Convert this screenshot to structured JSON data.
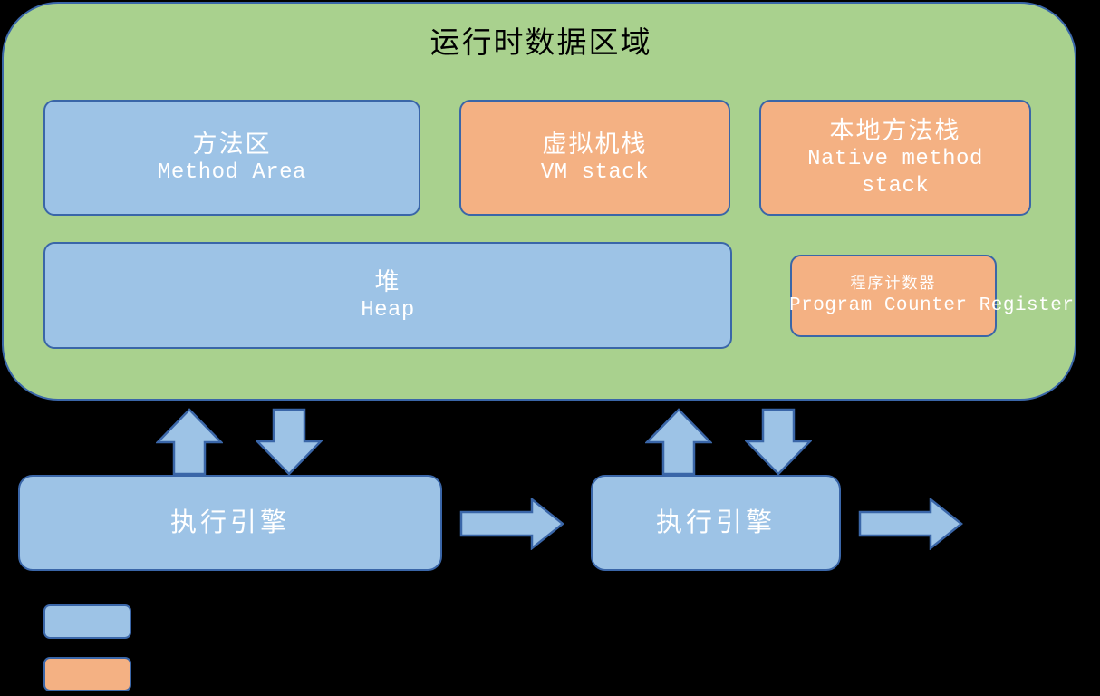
{
  "diagram": {
    "background_color": "#000000",
    "title": "运行时数据区域"
  },
  "runtime_area": {
    "label": "运行时数据区域",
    "fill_color": "#A9D18E",
    "border_color": "#3A66A8",
    "regions": [
      {
        "id": "method-area",
        "cn": "方法区",
        "en": "Method Area",
        "color": "#9DC3E6",
        "shared": "blue"
      },
      {
        "id": "vm-stack",
        "cn": "虚拟机栈",
        "en": "VM stack",
        "color": "#F4B183",
        "shared": "orange"
      },
      {
        "id": "native-method-stack",
        "cn": "本地方法栈",
        "en": "Native method stack",
        "color": "#F4B183",
        "shared": "orange"
      },
      {
        "id": "heap",
        "cn": "堆",
        "en": "Heap",
        "color": "#9DC3E6",
        "shared": "blue"
      },
      {
        "id": "program-counter-register",
        "cn": "程序计数器",
        "en": "Program Counter Register",
        "color": "#F4B183",
        "shared": "orange"
      }
    ]
  },
  "engines": [
    {
      "id": "execution-engine-left",
      "label": "执行引擎",
      "color": "#9DC3E6"
    },
    {
      "id": "execution-engine-right",
      "label": "执行引擎",
      "color": "#9DC3E6"
    }
  ],
  "arrows": {
    "color": "#9DC3E6",
    "border_color": "#3A66A8",
    "items": [
      {
        "id": "arrow-up-left",
        "direction": "up"
      },
      {
        "id": "arrow-down-left",
        "direction": "down"
      },
      {
        "id": "arrow-up-right",
        "direction": "up"
      },
      {
        "id": "arrow-down-right",
        "direction": "down"
      },
      {
        "id": "arrow-right-middle",
        "direction": "right"
      },
      {
        "id": "arrow-right-end",
        "direction": "right"
      }
    ]
  },
  "legend": {
    "items": [
      {
        "id": "legend-blue",
        "color": "#9DC3E6",
        "label": ""
      },
      {
        "id": "legend-orange",
        "color": "#F4B183",
        "label": ""
      }
    ]
  }
}
